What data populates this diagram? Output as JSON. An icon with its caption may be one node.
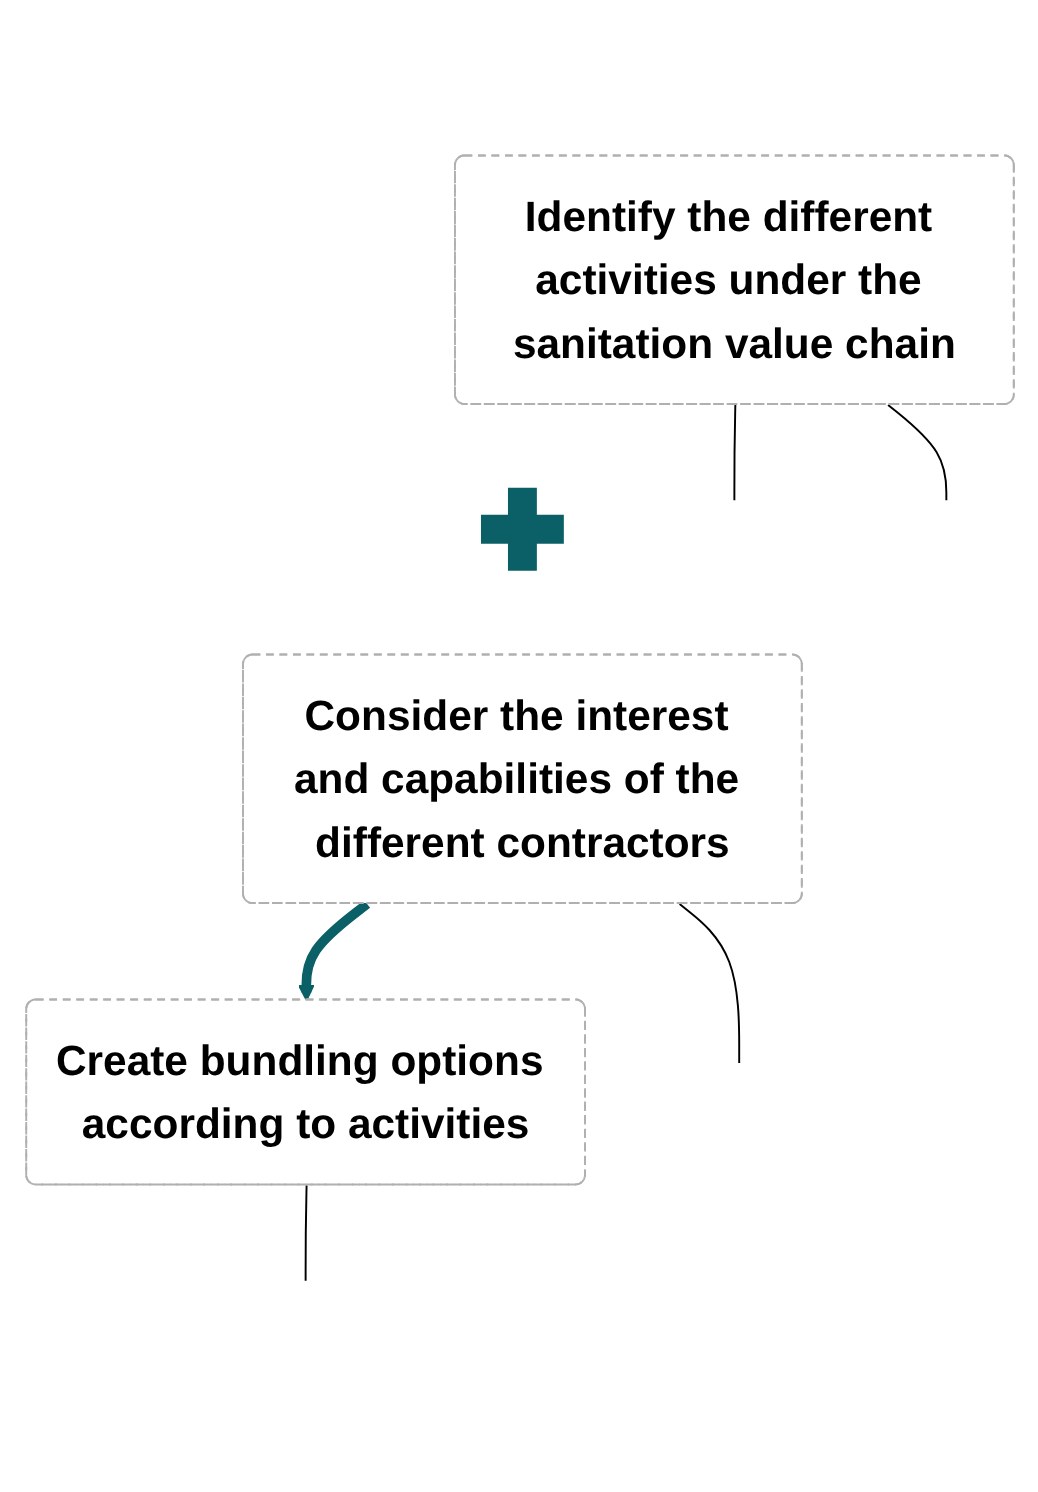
{
  "diagram": {
    "nodes": [
      {
        "text": [
          "Identify the different activities under the sanitation value chain"
        ]
      },
      {
        "text": [],
        "shape": "plus"
      },
      {
        "text": [
          "Consider the interest and capabilities of the different contractors"
        ]
      },
      {
        "text": [
          "Create bundling options according to activities"
        ]
      }
    ],
    "edges": [
      {
        "from": 0,
        "to": null,
        "arrow": "none"
      },
      {
        "from": 0,
        "to": null,
        "arrow": "none"
      },
      {
        "from": 2,
        "to": null,
        "arrow": "none"
      },
      {
        "from": 2,
        "to": 3,
        "arrow": "to",
        "style": "thick",
        "color": "#0b5f66"
      },
      {
        "from": 3,
        "to": null,
        "arrow": "none"
      }
    ]
  }
}
